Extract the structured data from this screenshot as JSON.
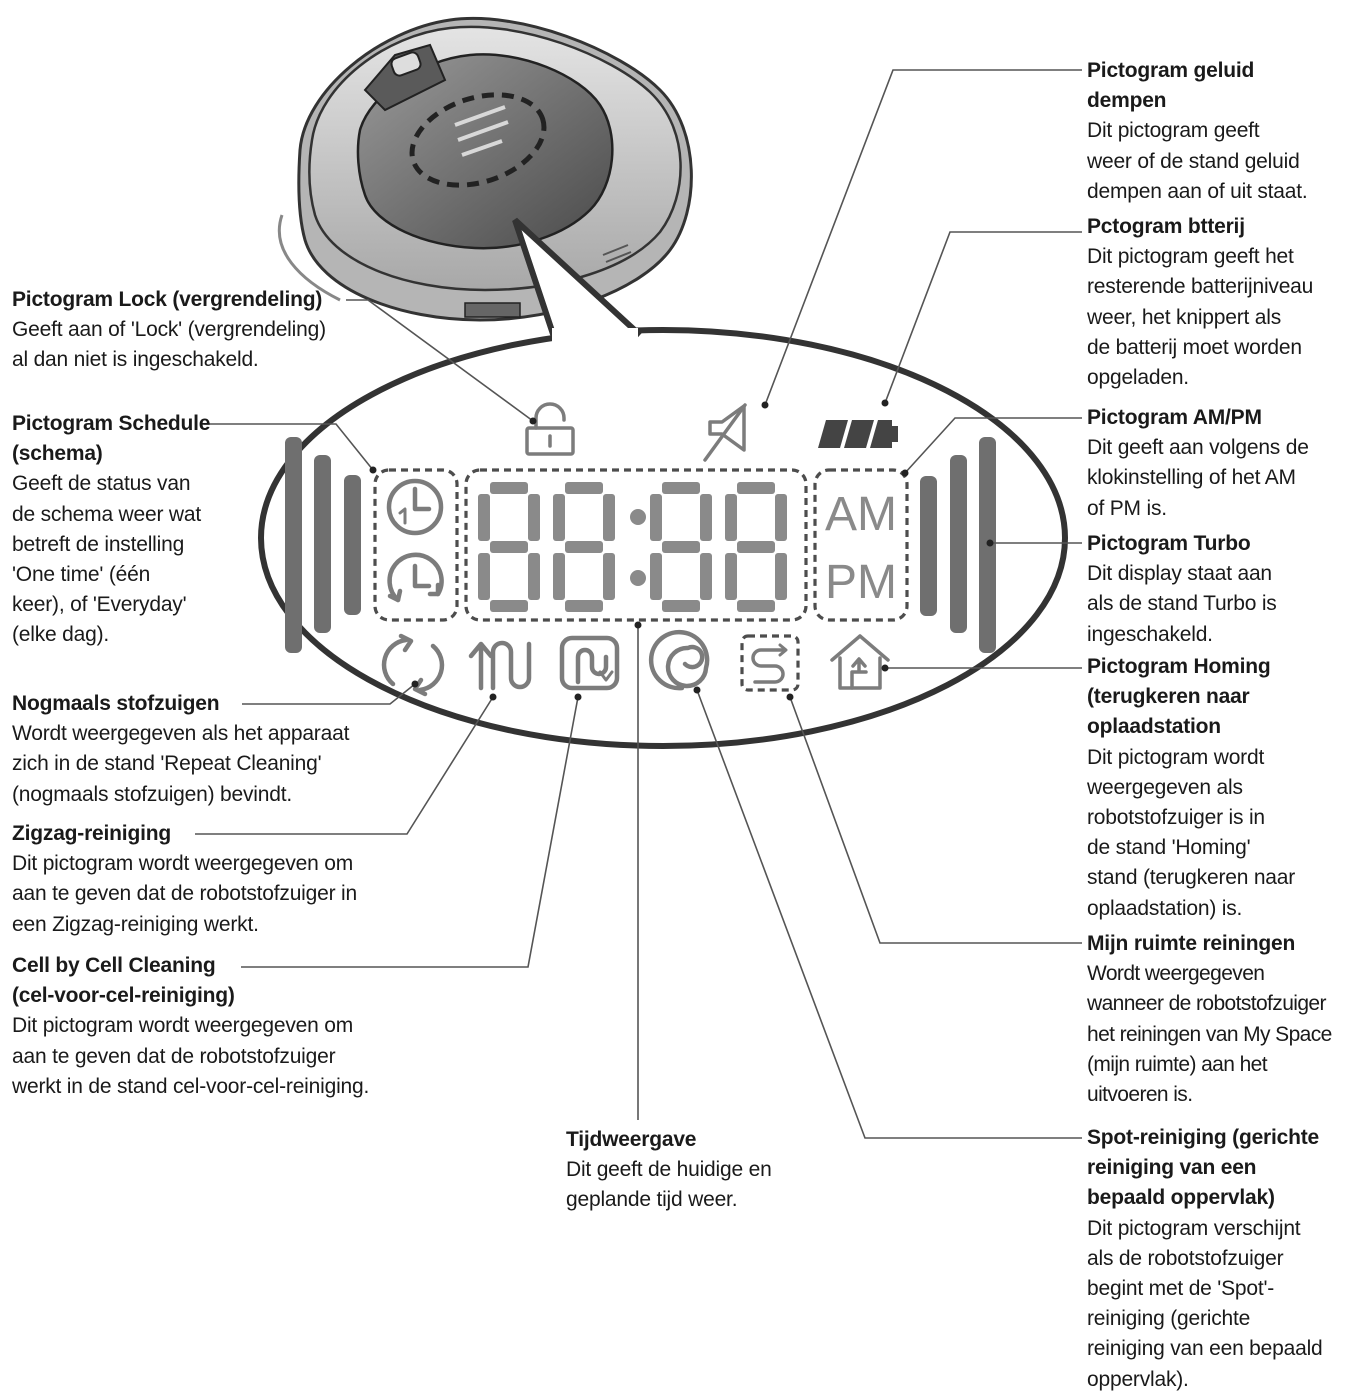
{
  "display": {
    "am": "AM",
    "pm": "PM"
  },
  "labels": {
    "lock": {
      "title": "Pictogram Lock (vergrendeling)",
      "desc": "Geeft aan of 'Lock' (vergrendeling)\nal dan niet is ingeschakeld."
    },
    "schedule": {
      "title": "Pictogram Schedule\n(schema)",
      "desc": "Geeft de status van\nde schema weer wat\nbetreft de instelling\n'One time' (één\nkeer), of 'Everyday'\n(elke dag)."
    },
    "repeat": {
      "title": "Nogmaals stofzuigen",
      "desc": "Wordt weergegeven als het apparaat\nzich in de stand 'Repeat Cleaning'\n(nogmaals stofzuigen) bevindt."
    },
    "zigzag": {
      "title": "Zigzag-reiniging",
      "desc": "Dit pictogram wordt weergegeven om\naan te geven dat de robotstofzuiger in\neen Zigzag-reiniging werkt."
    },
    "cell": {
      "title": "Cell by Cell Cleaning\n(cel-voor-cel-reiniging)",
      "desc": "Dit pictogram wordt weergegeven om\naan te geven dat de robotstofzuiger\nwerkt in de stand cel-voor-cel-reiniging."
    },
    "time": {
      "title": "Tijdweergave",
      "desc": "Dit geeft de huidige en\ngeplande tijd weer."
    },
    "mute": {
      "title": "Pictogram geluid\ndempen",
      "desc": "Dit pictogram geeft\nweer of de stand geluid\ndempen aan of uit staat."
    },
    "battery": {
      "title": "Pctogram btterij",
      "desc": "Dit pictogram geeft het\nresterende batterijniveau\nweer, het knippert als\nde batterij moet worden\nopgeladen."
    },
    "ampm": {
      "title": "Pictogram AM/PM",
      "desc": "Dit geeft aan volgens de\nklokinstelling of het AM\nof PM is."
    },
    "turbo": {
      "title": "Pictogram Turbo",
      "desc": "Dit display staat aan\nals de stand Turbo is\ningeschakeld."
    },
    "homing": {
      "title": "Pictogram Homing\n(terugkeren naar\noplaadstation",
      "desc": "Dit pictogram wordt\nweergegeven als\nrobotstofzuiger is in\nde stand 'Homing'\nstand (terugkeren naar\noplaadstation) is."
    },
    "myspace": {
      "title": "Mijn ruimte reiningen",
      "desc": "Wordt weergegeven\nwanneer de robotstofzuiger\nhet reiningen van My Space\n(mijn ruimte) aan het\nuitvoeren is."
    },
    "spot": {
      "title": "Spot-reiniging (gerichte\nreiniging van een\nbepaald oppervlak)",
      "desc": "Dit pictogram verschijnt\nals de robotstofzuiger\nbegint met de 'Spot'-\nreiniging (gerichte\nreiniging van een bepaald\noppervlak)."
    }
  }
}
